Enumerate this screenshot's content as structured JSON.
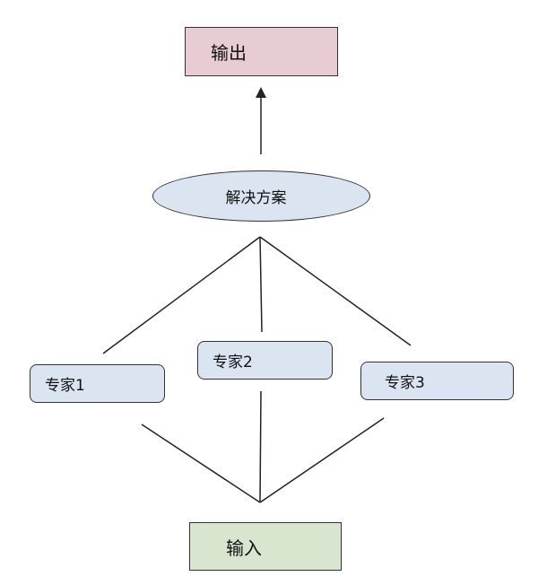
{
  "diagram": {
    "output": {
      "label": "输出"
    },
    "solution": {
      "label": "解决方案"
    },
    "experts": [
      {
        "label": "专家1"
      },
      {
        "label": "专家2"
      },
      {
        "label": "专家3"
      }
    ],
    "input": {
      "label": "输入"
    }
  },
  "colors": {
    "output_fill": "#e7cdd1",
    "input_fill": "#d9e6cf",
    "node_fill": "#dbe4f1",
    "stroke": "#333333"
  }
}
